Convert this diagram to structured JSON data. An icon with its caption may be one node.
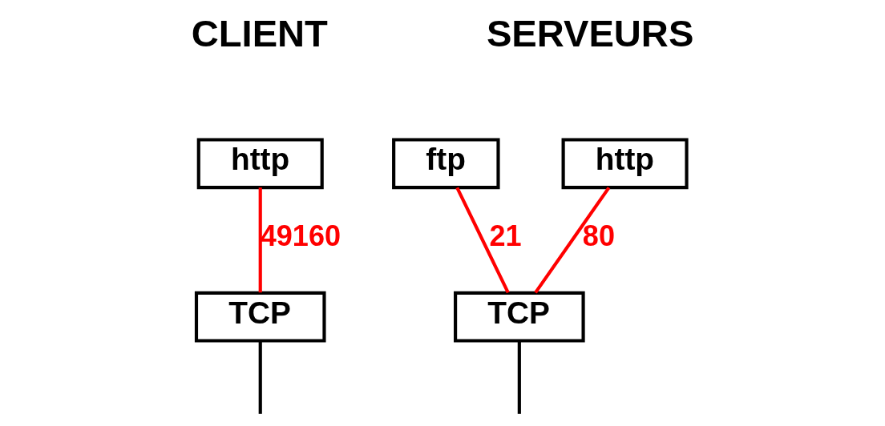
{
  "diagram": {
    "nodes": [
      {
        "text": [
          "http"
        ]
      },
      {
        "text": [
          "TCP"
        ]
      },
      {
        "text": [
          "ftp"
        ]
      },
      {
        "text": [
          "http"
        ]
      },
      {
        "text": [
          "TCP"
        ]
      }
    ],
    "edges": [
      {
        "from": 0,
        "to": 1,
        "arrow": "none",
        "label": "49160",
        "color": "#ff0000"
      },
      {
        "from": 2,
        "to": 4,
        "arrow": "none",
        "label": "21",
        "color": "#ff0000"
      },
      {
        "from": 3,
        "to": 4,
        "arrow": "none",
        "label": "80",
        "color": "#ff0000"
      },
      {
        "from": 1,
        "to": null,
        "arrow": "none",
        "color": "#000000"
      },
      {
        "from": 4,
        "to": null,
        "arrow": "none",
        "color": "#000000"
      }
    ],
    "labels": [
      "CLIENT",
      "SERVEURS"
    ]
  }
}
